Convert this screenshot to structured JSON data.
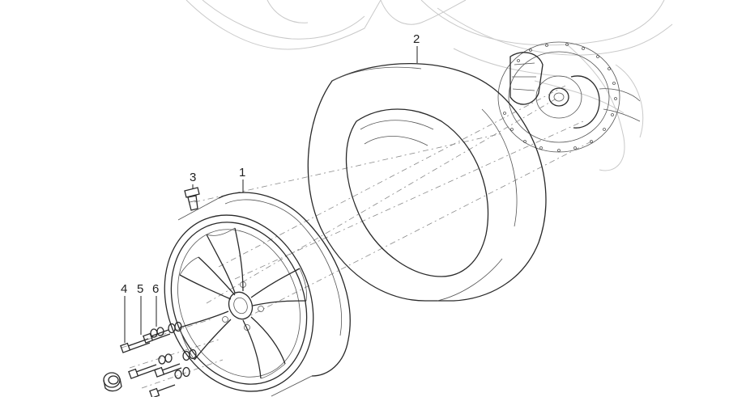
{
  "callouts": [
    {
      "id": "1"
    },
    {
      "id": "2"
    },
    {
      "id": "3"
    },
    {
      "id": "4"
    },
    {
      "id": "5"
    },
    {
      "id": "6"
    }
  ]
}
